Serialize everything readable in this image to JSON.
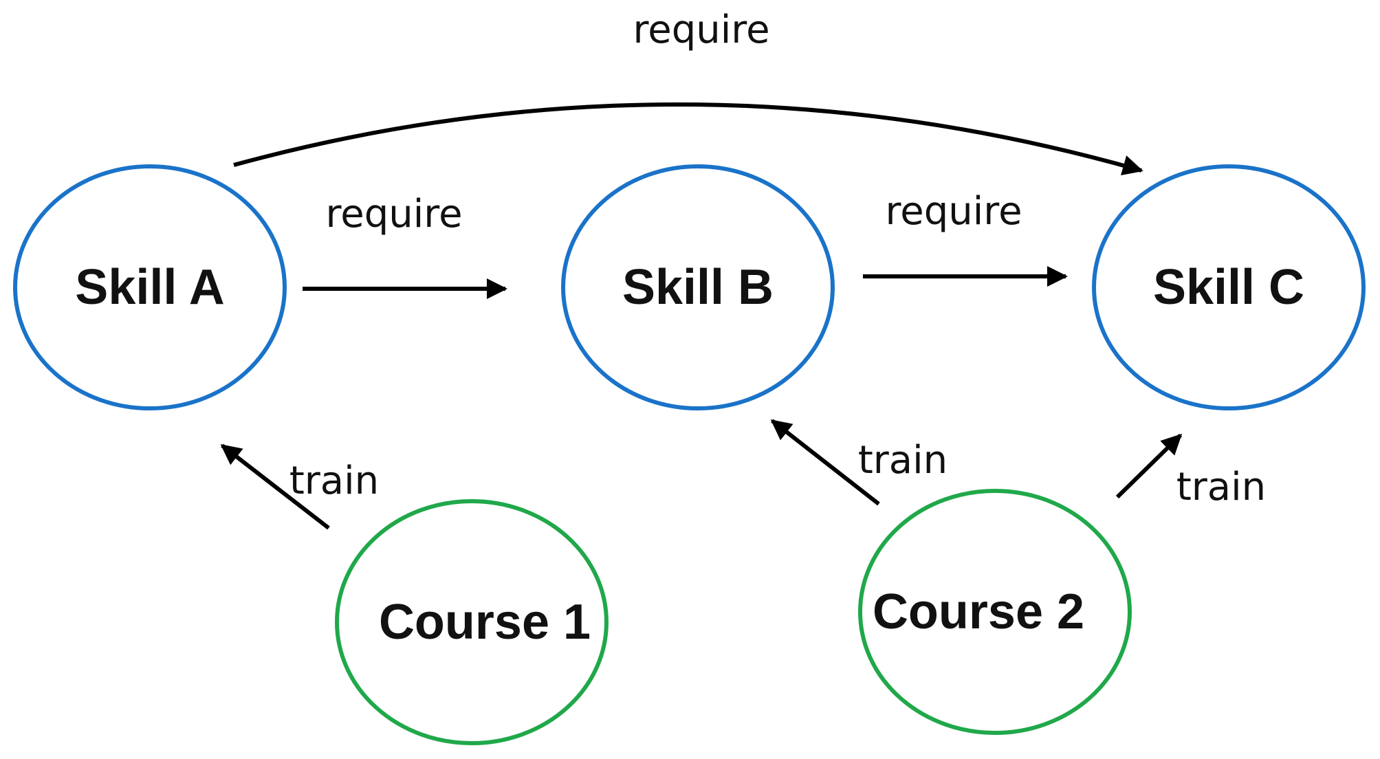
{
  "colors": {
    "skill": "#1a73c9",
    "course": "#20a84a",
    "edge": "#000000"
  },
  "nodes": {
    "skill_a": "Skill A",
    "skill_b": "Skill B",
    "skill_c": "Skill C",
    "course_1": "Course 1",
    "course_2": "Course 2"
  },
  "edges": {
    "a_to_c": "require",
    "a_to_b": "require",
    "b_to_c": "require",
    "course1_to_a": "train",
    "course2_to_b": "train",
    "course2_to_c": "train"
  }
}
